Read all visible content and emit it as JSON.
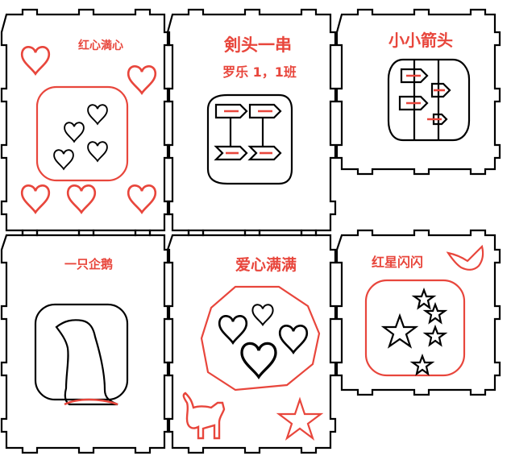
{
  "panels": [
    {
      "title": "红心満心"
    },
    {
      "title": "剣头一串",
      "subtitle": "罗乐 1，1班"
    },
    {
      "title": "小小箭头"
    },
    {
      "title": "一只企鹅"
    },
    {
      "title": "爱心满满"
    },
    {
      "title": "红星闪闪"
    }
  ],
  "colors": {
    "outline": "#000000",
    "accent": "#e8463c",
    "background": "#ffffff"
  }
}
